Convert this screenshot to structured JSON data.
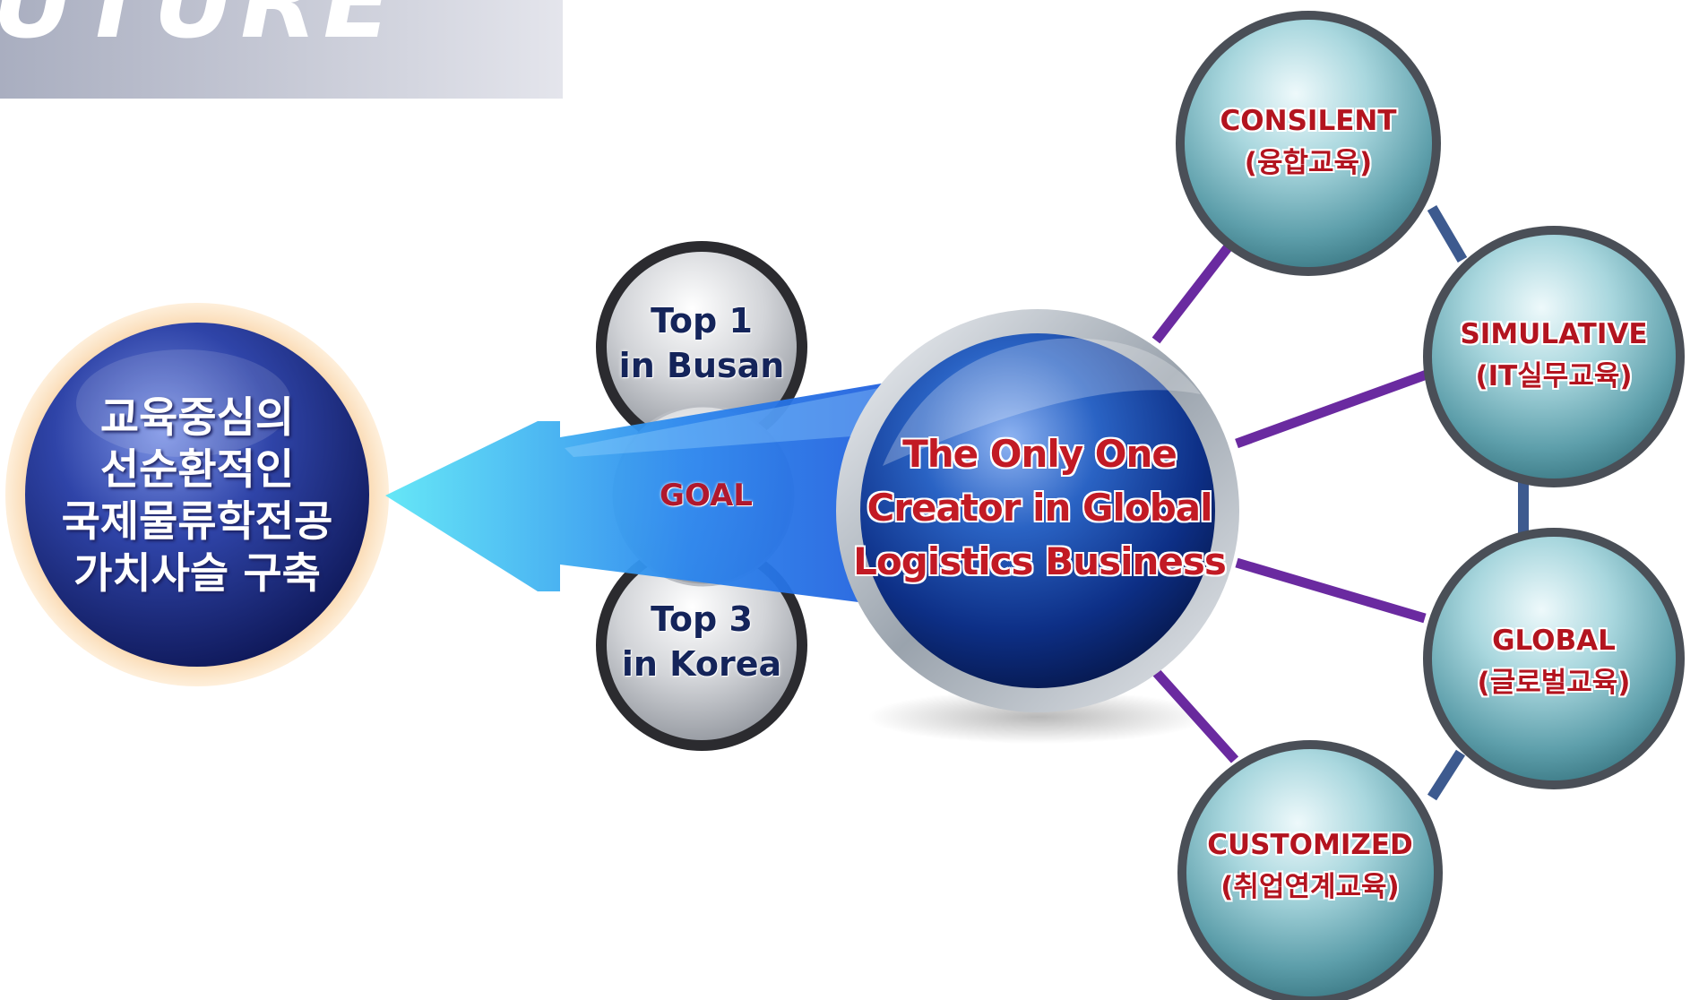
{
  "banner": {
    "text": "UTURE"
  },
  "left_circle": {
    "lines": [
      "교육중심의",
      "선순환적인",
      "국제물류학전공",
      "가치사슬 구축"
    ]
  },
  "goals": {
    "top": [
      "Top 1",
      "in Busan"
    ],
    "middle": "GOAL",
    "bottom": [
      "Top 3",
      "in Korea"
    ]
  },
  "center": {
    "lines": [
      "The Only One",
      "Creator in Global",
      "Logistics Business"
    ]
  },
  "nodes": {
    "consilent": [
      "CONSILENT",
      "(융합교육)"
    ],
    "simulative": [
      "SIMULATIVE",
      "(IT실무교육)"
    ],
    "global": [
      "GLOBAL",
      "(글로벌교육)"
    ],
    "customized": [
      "CUSTOMIZED",
      "(취업연계교육)"
    ]
  },
  "colors": {
    "connector_purple": "#6a2aa0",
    "connector_steel": "#3d5a8f",
    "arrow": "#2f7fe6",
    "node_text": "#b3141f",
    "center_text": "#c21a24"
  }
}
